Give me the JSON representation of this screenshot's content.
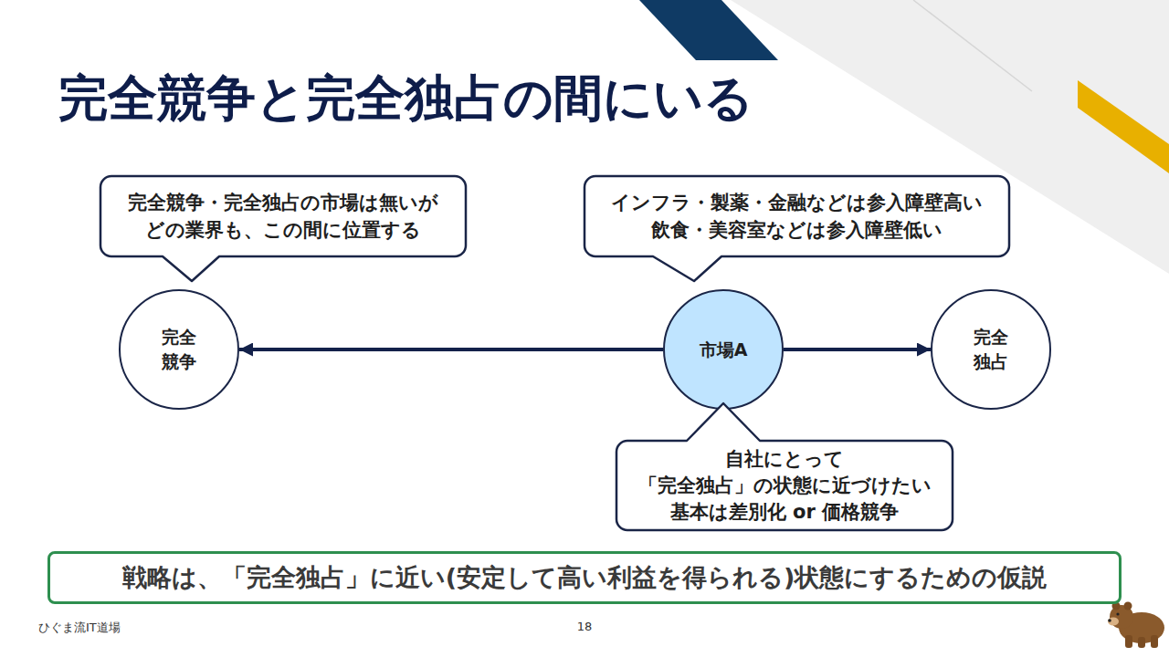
{
  "diagram": {
    "title": "完全競争と完全独占の間にいる",
    "nodes": [
      {
        "text": [
          "完全競争・完全独占の市場は無いが どの業界も、この間に位置する"
        ]
      },
      {
        "text": [
          "インフラ・製薬・金融などは参入障壁高い 飲食・美容室などは参入障壁低い"
        ]
      },
      {
        "text": [
          "完全 競争"
        ]
      },
      {
        "text": [
          "市場A"
        ]
      },
      {
        "text": [
          "完全 独占"
        ]
      },
      {
        "text": [
          "自社にとって 「完全独占」の状態に近づけたい 基本は差別化 or 価格競争"
        ]
      },
      {
        "text": [
          "戦略は、「完全独占」に近い(安定して高い利益を得られる)状態にするための仮説"
        ]
      }
    ],
    "edges": [
      {
        "from": 3,
        "to": 2,
        "arrow": "to"
      },
      {
        "from": 3,
        "to": 4,
        "arrow": "to"
      }
    ],
    "labels": [
      "ひぐま流IT道場",
      "18"
    ]
  }
}
